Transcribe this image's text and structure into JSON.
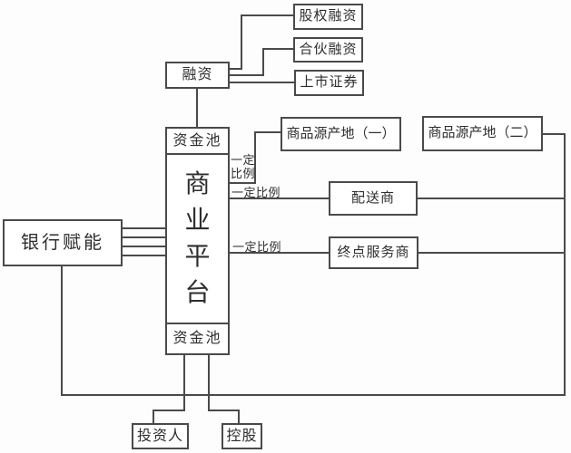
{
  "diagram": {
    "type": "flowchart",
    "language": "zh-CN",
    "nodes": {
      "financing": {
        "label": "融资"
      },
      "equity_financing": {
        "label": "股权融资"
      },
      "partnership_financing": {
        "label": "合伙融资"
      },
      "listed_securities": {
        "label": "上市证券"
      },
      "capital_pool_top": {
        "label": "资金池"
      },
      "business_platform": {
        "label": "商业平台"
      },
      "capital_pool_bottom": {
        "label": "资金池"
      },
      "bank_empowerment": {
        "label": "银行赋能"
      },
      "origin_one": {
        "label": "商品源产地（一）"
      },
      "origin_two": {
        "label": "商品源产地（二）"
      },
      "distributor": {
        "label": "配送商"
      },
      "terminal_provider": {
        "label": "终点服务商"
      },
      "investor": {
        "label": "投资人"
      },
      "holding": {
        "label": "控股"
      }
    },
    "edge_labels": {
      "ratio_origin": "一定比例",
      "ratio_distributor": "一定比例",
      "ratio_terminal": "一定比例"
    },
    "edges": [
      {
        "from": "financing",
        "to": "equity_financing"
      },
      {
        "from": "financing",
        "to": "partnership_financing"
      },
      {
        "from": "financing",
        "to": "listed_securities"
      },
      {
        "from": "financing",
        "to": "capital_pool_top"
      },
      {
        "from": "business_platform",
        "to": "origin_one",
        "label": "一定比例"
      },
      {
        "from": "business_platform",
        "to": "distributor",
        "label": "一定比例"
      },
      {
        "from": "business_platform",
        "to": "terminal_provider",
        "label": "一定比例"
      },
      {
        "from": "bank_empowerment",
        "to": "business_platform",
        "parallel_lines": 4
      },
      {
        "from": "origin_two",
        "to": "perimeter_loop"
      },
      {
        "from": "distributor",
        "to": "perimeter_loop"
      },
      {
        "from": "terminal_provider",
        "to": "perimeter_loop"
      },
      {
        "from": "bank_empowerment",
        "to": "perimeter_loop"
      },
      {
        "from": "capital_pool_bottom",
        "to": "investor"
      },
      {
        "from": "capital_pool_bottom",
        "to": "holding"
      }
    ]
  },
  "colors": {
    "line": "#4a4a4a",
    "text": "#2e2e2e",
    "bg": "#fdfdfd"
  }
}
